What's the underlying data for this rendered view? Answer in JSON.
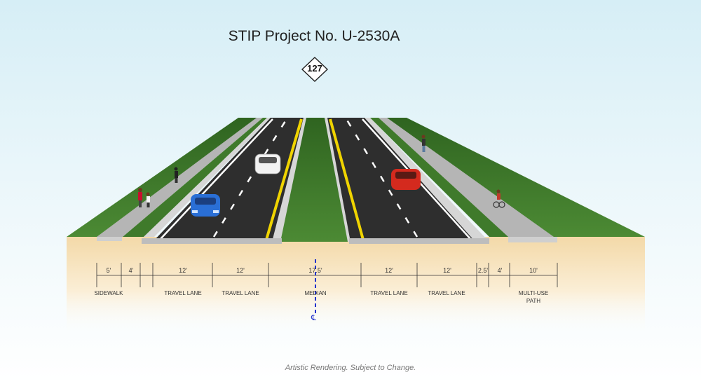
{
  "title": "STIP Project No. U-2530A",
  "route_shield": {
    "number": "127",
    "icon": "route-shield-icon"
  },
  "dimensions": [
    {
      "id": "d1",
      "value": "5'"
    },
    {
      "id": "d2",
      "value": "4'"
    },
    {
      "id": "d3",
      "value": "12'"
    },
    {
      "id": "d4",
      "value": "12'"
    },
    {
      "id": "d5",
      "value": "17.5'"
    },
    {
      "id": "d6",
      "value": "12'"
    },
    {
      "id": "d7",
      "value": "12'"
    },
    {
      "id": "d8",
      "value": "2.5'"
    },
    {
      "id": "d9",
      "value": "4'"
    },
    {
      "id": "d10",
      "value": "10'"
    }
  ],
  "labels": {
    "sidewalk": "SIDEWALK",
    "travel_lane_1": "TRAVEL LANE",
    "travel_lane_2": "TRAVEL LANE",
    "median": "MEDIAN",
    "travel_lane_3": "TRAVEL LANE",
    "travel_lane_4": "TRAVEL LANE",
    "multi_use_path": "MULTI-USE\nPATH",
    "centerline": "℄"
  },
  "footer": "Artistic Rendering. Subject to Change.",
  "colors": {
    "grass": "#3f7a2b",
    "asphalt": "#2e2e2e",
    "soil": "#f5deb0",
    "sidewalk": "#b8b8b8",
    "yellow_line": "#f0d400",
    "centerline": "#2233cc",
    "car_blue": "#2a6fd6",
    "car_white": "#f2f2f2",
    "car_red": "#d42a1e"
  }
}
